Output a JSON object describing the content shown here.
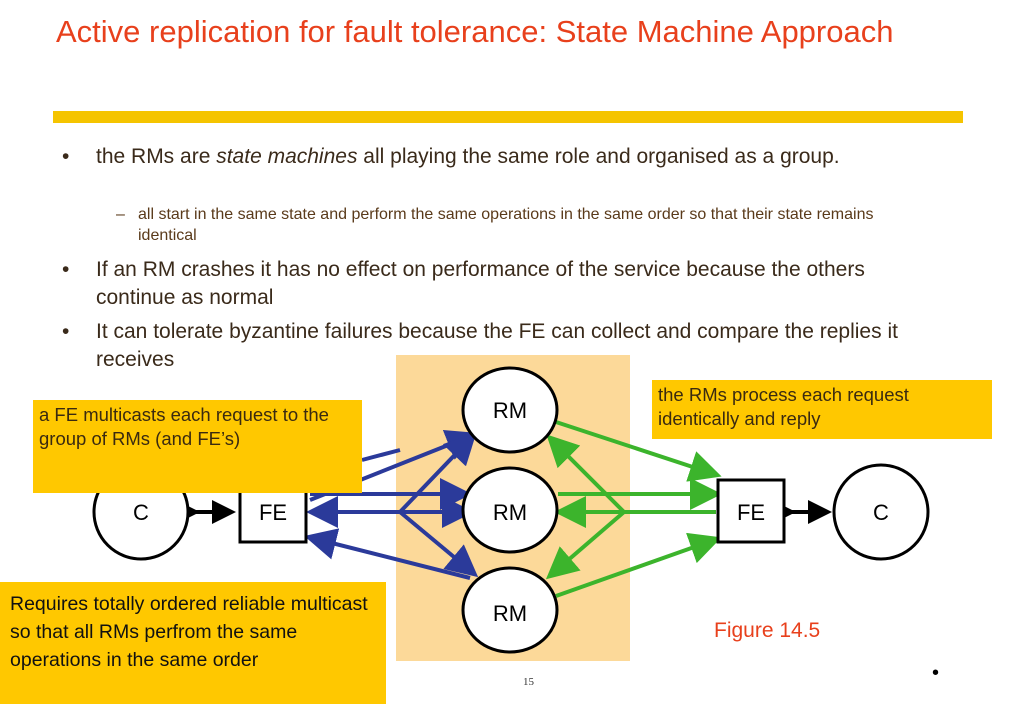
{
  "slide": {
    "title": "Active replication for fault tolerance: State Machine Approach",
    "page_number": "15",
    "figure_label": "Figure 14.5",
    "stray_bullet": "•"
  },
  "bullets": [
    {
      "marker": "•",
      "text_before": "the RMs are ",
      "text_emph": "state machines",
      "text_after": " all playing the same role and organised as a group.",
      "sub": {
        "marker": "–",
        "text": "all start in the same state and perform the same operations in the same order so that their state remains identical"
      }
    },
    {
      "marker": "•",
      "text": "If an RM crashes it has no effect on performance of the service because the others continue as normal"
    },
    {
      "marker": "•",
      "text": "It can tolerate byzantine failures because the FE can collect and compare the replies it receives"
    }
  ],
  "callouts": {
    "fe_multicast": "a FE multicasts each request to the group of RMs (and FE’s)",
    "rm_process": "the RMs process each request identically and reply",
    "ordered_multicast": "Requires totally ordered reliable multicast so that all RMs perfrom the same operations in the same order"
  },
  "diagram": {
    "nodes": {
      "client_left": "C",
      "fe_left": "FE",
      "rm_top": "RM",
      "rm_middle": "RM",
      "rm_bottom": "RM",
      "fe_right": "FE",
      "client_right": "C"
    },
    "colors": {
      "request_arrow": "#2b3a9a",
      "reply_arrow": "#3cb42c",
      "highlight": "#fcd999",
      "callout": "#ffc800",
      "title": "#e8401c"
    }
  }
}
